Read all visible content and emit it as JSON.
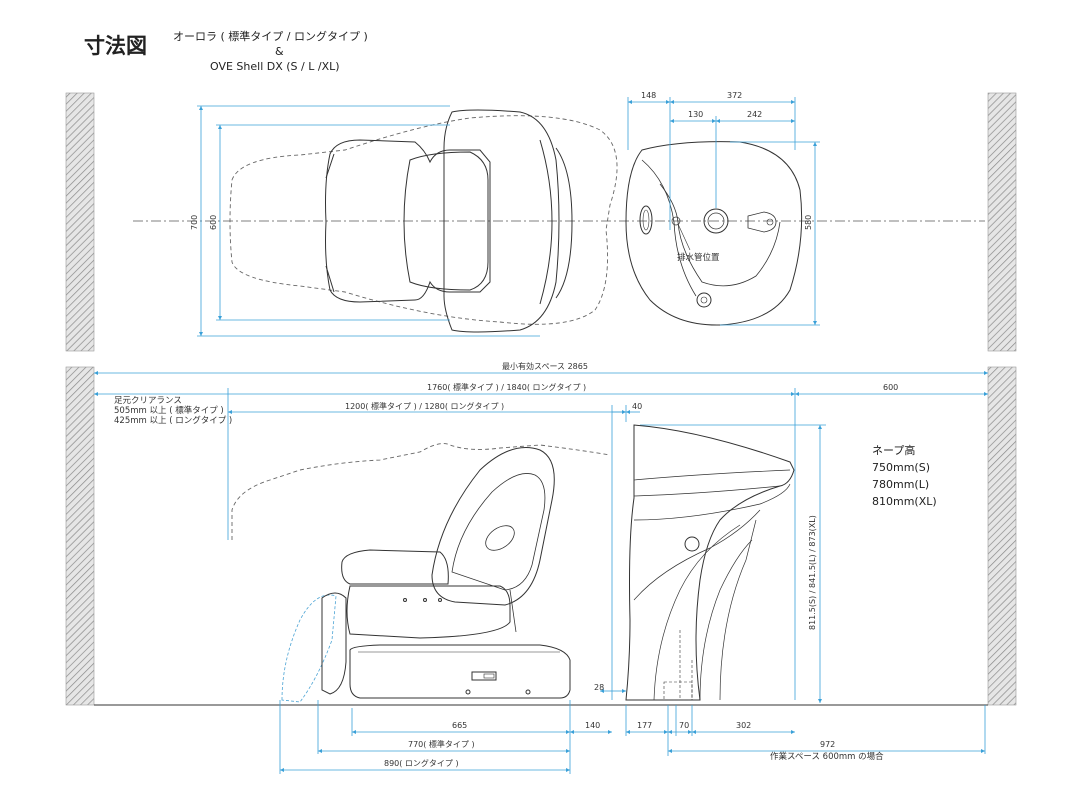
{
  "title": "寸法図",
  "header": {
    "line1": "オーロラ ( 標準タイプ / ロングタイプ )",
    "line2": "&",
    "line3": "OVE Shell DX (S / L /XL)"
  },
  "top_view": {
    "dim_700": "700",
    "dim_600": "600",
    "dim_148": "148",
    "dim_372": "372",
    "dim_130": "130",
    "dim_242": "242",
    "dim_580": "580",
    "drain_label": "排水管位置"
  },
  "side_view": {
    "min_space": "最小有効スペース 2865",
    "length_std_long": "1760( 標準タイプ ) / 1840( ロングタイプ )",
    "work_space": "600",
    "chair_length": "1200( 標準タイプ ) / 1280( ロングタイプ )",
    "gap_40": "40",
    "foot_clearance_title": "足元クリアランス",
    "foot_clearance_std": "505mm 以上 ( 標準タイプ )",
    "foot_clearance_long": "425mm 以上 ( ロングタイプ )",
    "nape_title": "ネープ高",
    "nape_s": "750mm(S)",
    "nape_l": "780mm(L)",
    "nape_xl": "810mm(XL)",
    "height_vertical": "811.5(S) / 841.5(L) / 873(XL)",
    "dim_28": "28",
    "dim_665": "665",
    "dim_140": "140",
    "dim_177": "177",
    "dim_70": "70",
    "dim_302": "302",
    "dim_770": "770( 標準タイプ )",
    "dim_890": "890( ロングタイプ )",
    "dim_972": "972",
    "work_note": "作業スペース 600mm の場合"
  },
  "colors": {
    "dimension": "#3aa0d8",
    "outline": "#333333",
    "hatch": "#888888"
  }
}
